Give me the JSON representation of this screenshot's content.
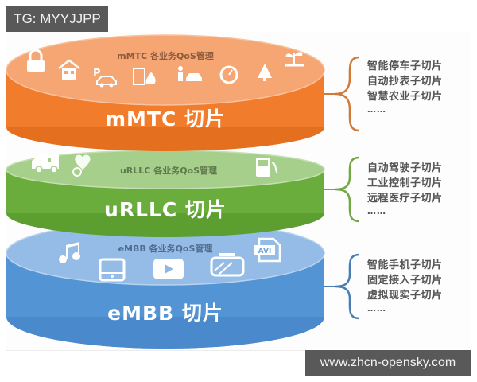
{
  "watermarks": {
    "top_left": "TG: MYYJJPP",
    "bottom_right": "www.zhcn-opensky.com"
  },
  "slices": [
    {
      "id": "mmtc",
      "title": "mMTC 切片",
      "subtitle": "mMTC 各业务QoS管理",
      "color_side": "#f07c2c",
      "color_top": "#f6a673",
      "icons": [
        "lock-icon",
        "house-icon",
        "parking-car-icon",
        "building-fire-icon",
        "person-car-icon",
        "gauge-icon",
        "trees-icon",
        "plant-icon"
      ],
      "sub_slices": [
        "智能停车子切片",
        "自动抄表子切片",
        "智慧农业子切片",
        "……"
      ]
    },
    {
      "id": "urllc",
      "title": "uRLLC 切片",
      "subtitle": "uRLLC 各业务QoS管理",
      "color_side": "#6aad3d",
      "color_top": "#a7cf8c",
      "icons": [
        "ambulance-icon",
        "heart-health-icon",
        "charging-station-icon"
      ],
      "sub_slices": [
        "自动驾驶子切片",
        "工业控制子切片",
        "远程医疗子切片",
        "……"
      ]
    },
    {
      "id": "embb",
      "title": "eMBB 切片",
      "subtitle": "eMBB 各业务QoS管理",
      "color_side": "#4f8fd0",
      "color_top": "#95bce6",
      "icons": [
        "music-note-icon",
        "media-player-icon",
        "video-play-icon",
        "vr-headset-icon",
        "avi-file-icon"
      ],
      "sub_slices": [
        "智能手机子切片",
        "固定接入子切片",
        "虚拟现实子切片",
        "……"
      ]
    }
  ]
}
